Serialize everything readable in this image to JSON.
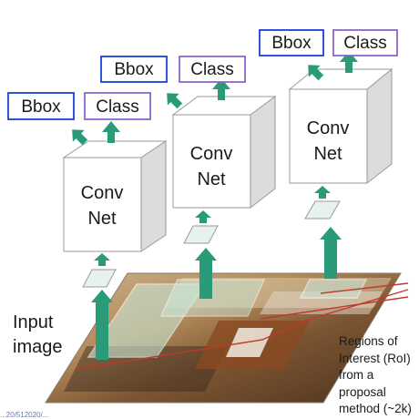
{
  "colors": {
    "bbox_border": "#1a3fd6",
    "class_border": "#8b66c9",
    "arrow_fill": "#2a9b78",
    "roi_line": "#c0392b",
    "box_edge": "#9a9a9a"
  },
  "networks": [
    {
      "bbox_label": "Bbox",
      "class_label": "Class",
      "net_line1": "Conv",
      "net_line2": "Net"
    },
    {
      "bbox_label": "Bbox",
      "class_label": "Class",
      "net_line1": "Conv",
      "net_line2": "Net"
    },
    {
      "bbox_label": "Bbox",
      "class_label": "Class",
      "net_line1": "Conv",
      "net_line2": "Net"
    }
  ],
  "input_label": {
    "line1": "Input",
    "line2": "image"
  },
  "roi_label": {
    "line1": "Regions of",
    "line2": "Interest (RoI)",
    "line3": "from a",
    "line4": "proposal",
    "line5": "method (~2k)"
  },
  "footer_url": "...20/512020/..."
}
